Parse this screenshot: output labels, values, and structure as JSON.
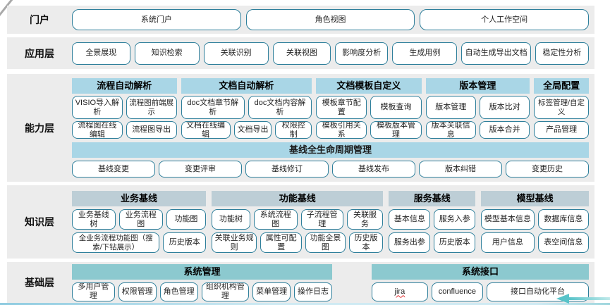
{
  "colors": {
    "band_bg": "#ececec",
    "button_border": "#2e7f9b",
    "capability_header_bg": "#a9d6e6",
    "knowledge_header_bg": "#bdced6",
    "foundation_header_bg": "#8cc9cf",
    "bottom_line": "#abd7e5",
    "arrow": "#58c3c9"
  },
  "portal": {
    "label": "门户",
    "buttons": [
      "系统门户",
      "角色视图",
      "个人工作空间"
    ]
  },
  "app": {
    "label": "应用层",
    "buttons": [
      "全景展现",
      "知识检索",
      "关联识别",
      "关联视图",
      "影响度分析",
      "生成用例",
      "自动生成导出文档",
      "稳定性分析"
    ]
  },
  "capability": {
    "label": "能力层",
    "groups": [
      {
        "header": "流程自动解析",
        "rows": [
          [
            "VISIO导入解析",
            "流程图前端展示"
          ],
          [
            "流程图在线编辑",
            "流程图导出"
          ]
        ]
      },
      {
        "header": "文档自动解析",
        "rows": [
          [
            "doc文档章节解析",
            "doc文档内容解析"
          ],
          [
            "文档在线编辑",
            "文档导出",
            "权限控制"
          ]
        ]
      },
      {
        "header": "文档模板自定义",
        "rows": [
          [
            "模板章节配置",
            "模板查询"
          ],
          [
            "模板引用关系",
            "模板版本管理"
          ]
        ]
      },
      {
        "header": "版本管理",
        "rows": [
          [
            "版本管理",
            "版本比对"
          ],
          [
            "版本关联信息",
            "版本合并"
          ]
        ]
      },
      {
        "header": "全局配置",
        "rows": [
          [
            "标签管理/自定义"
          ],
          [
            "产品管理"
          ]
        ]
      }
    ],
    "baseline": {
      "header": "基线全生命周期管理",
      "buttons": [
        "基线变更",
        "变更评审",
        "基线修订",
        "基线发布",
        "版本纠错",
        "变更历史"
      ]
    }
  },
  "knowledge": {
    "label": "知识层",
    "groups": [
      {
        "header": "业务基线",
        "rows": [
          [
            "业务基线树",
            "业务流程图",
            "功能图"
          ],
          [
            "全业务流程功能图（搜索/下钻展示）",
            "历史版本"
          ]
        ]
      },
      {
        "header": "功能基线",
        "rows": [
          [
            "功能树",
            "系统流程图",
            "子流程管理",
            "关联服务"
          ],
          [
            "关联业务规则",
            "属性可配置",
            "功能全景图",
            "历史版本"
          ]
        ]
      },
      {
        "header": "服务基线",
        "rows": [
          [
            "基本信息",
            "服务入参"
          ],
          [
            "服务出参",
            "历史版本"
          ]
        ]
      },
      {
        "header": "模型基线",
        "rows": [
          [
            "模型基本信息",
            "数据库信息"
          ],
          [
            "用户信息",
            "表空间信息"
          ]
        ]
      }
    ]
  },
  "foundation": {
    "label": "基础层",
    "groups": [
      {
        "header": "系统管理",
        "buttons": [
          "多用户管理",
          "权限管理",
          "角色管理",
          "组织机构管理",
          "菜单管理",
          "操作日志"
        ]
      },
      {
        "header": "系统接口",
        "buttons": [
          "jira",
          "confluence",
          "接口自动化平台"
        ]
      }
    ]
  }
}
